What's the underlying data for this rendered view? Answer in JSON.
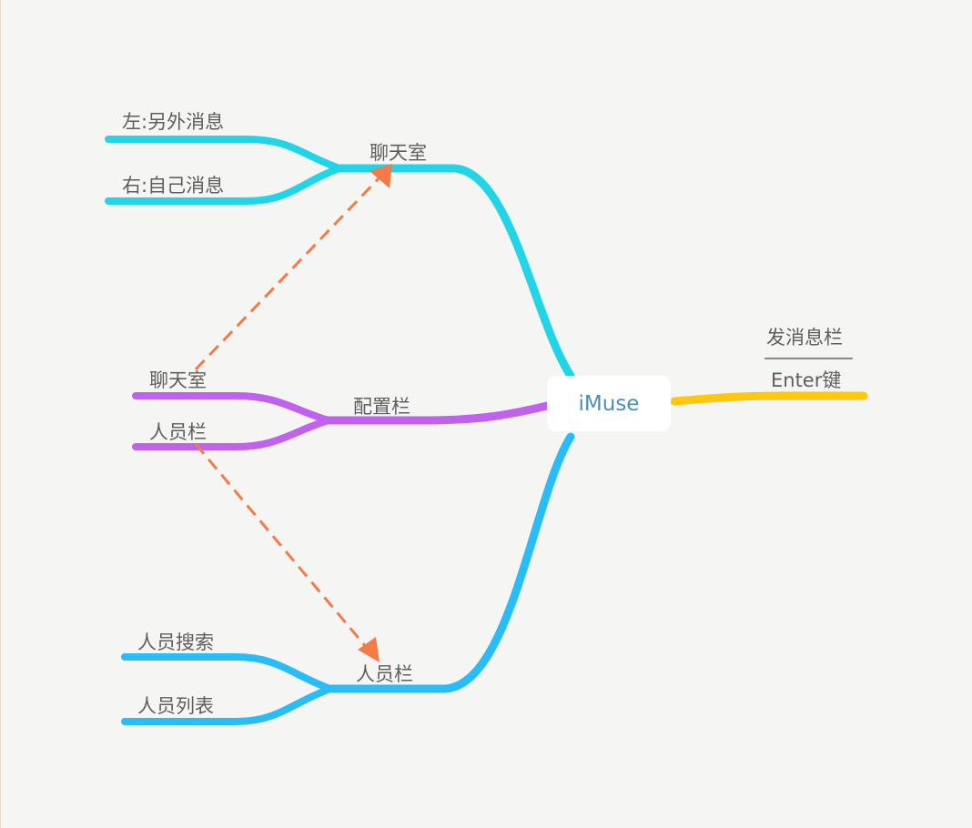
{
  "colors": {
    "background": "#f5f6f4",
    "chat_branch": "#22d5e6",
    "config_branch": "#c062ee",
    "people_branch": "#29bdf7",
    "send_branch": "#ffc710",
    "relation_arrow": "#f47a48",
    "text": "#5e5e5e",
    "central_text": "#4c8fb3"
  },
  "central_topic": "iMuse",
  "branches": {
    "chat_room": {
      "label": "聊天室",
      "children": [
        "左:另外消息",
        "右:自己消息"
      ]
    },
    "config_bar": {
      "label": "配置栏",
      "children": [
        "聊天室",
        "人员栏"
      ]
    },
    "people_bar": {
      "label": "人员栏",
      "children": [
        "人员搜索",
        "人员列表"
      ]
    },
    "send_bar": {
      "label": "发消息栏",
      "children": [
        "Enter键"
      ]
    }
  },
  "relationships": [
    {
      "from": "配置栏 / 聊天室",
      "to": "聊天室"
    },
    {
      "from": "配置栏 / 人员栏",
      "to": "人员栏"
    }
  ]
}
